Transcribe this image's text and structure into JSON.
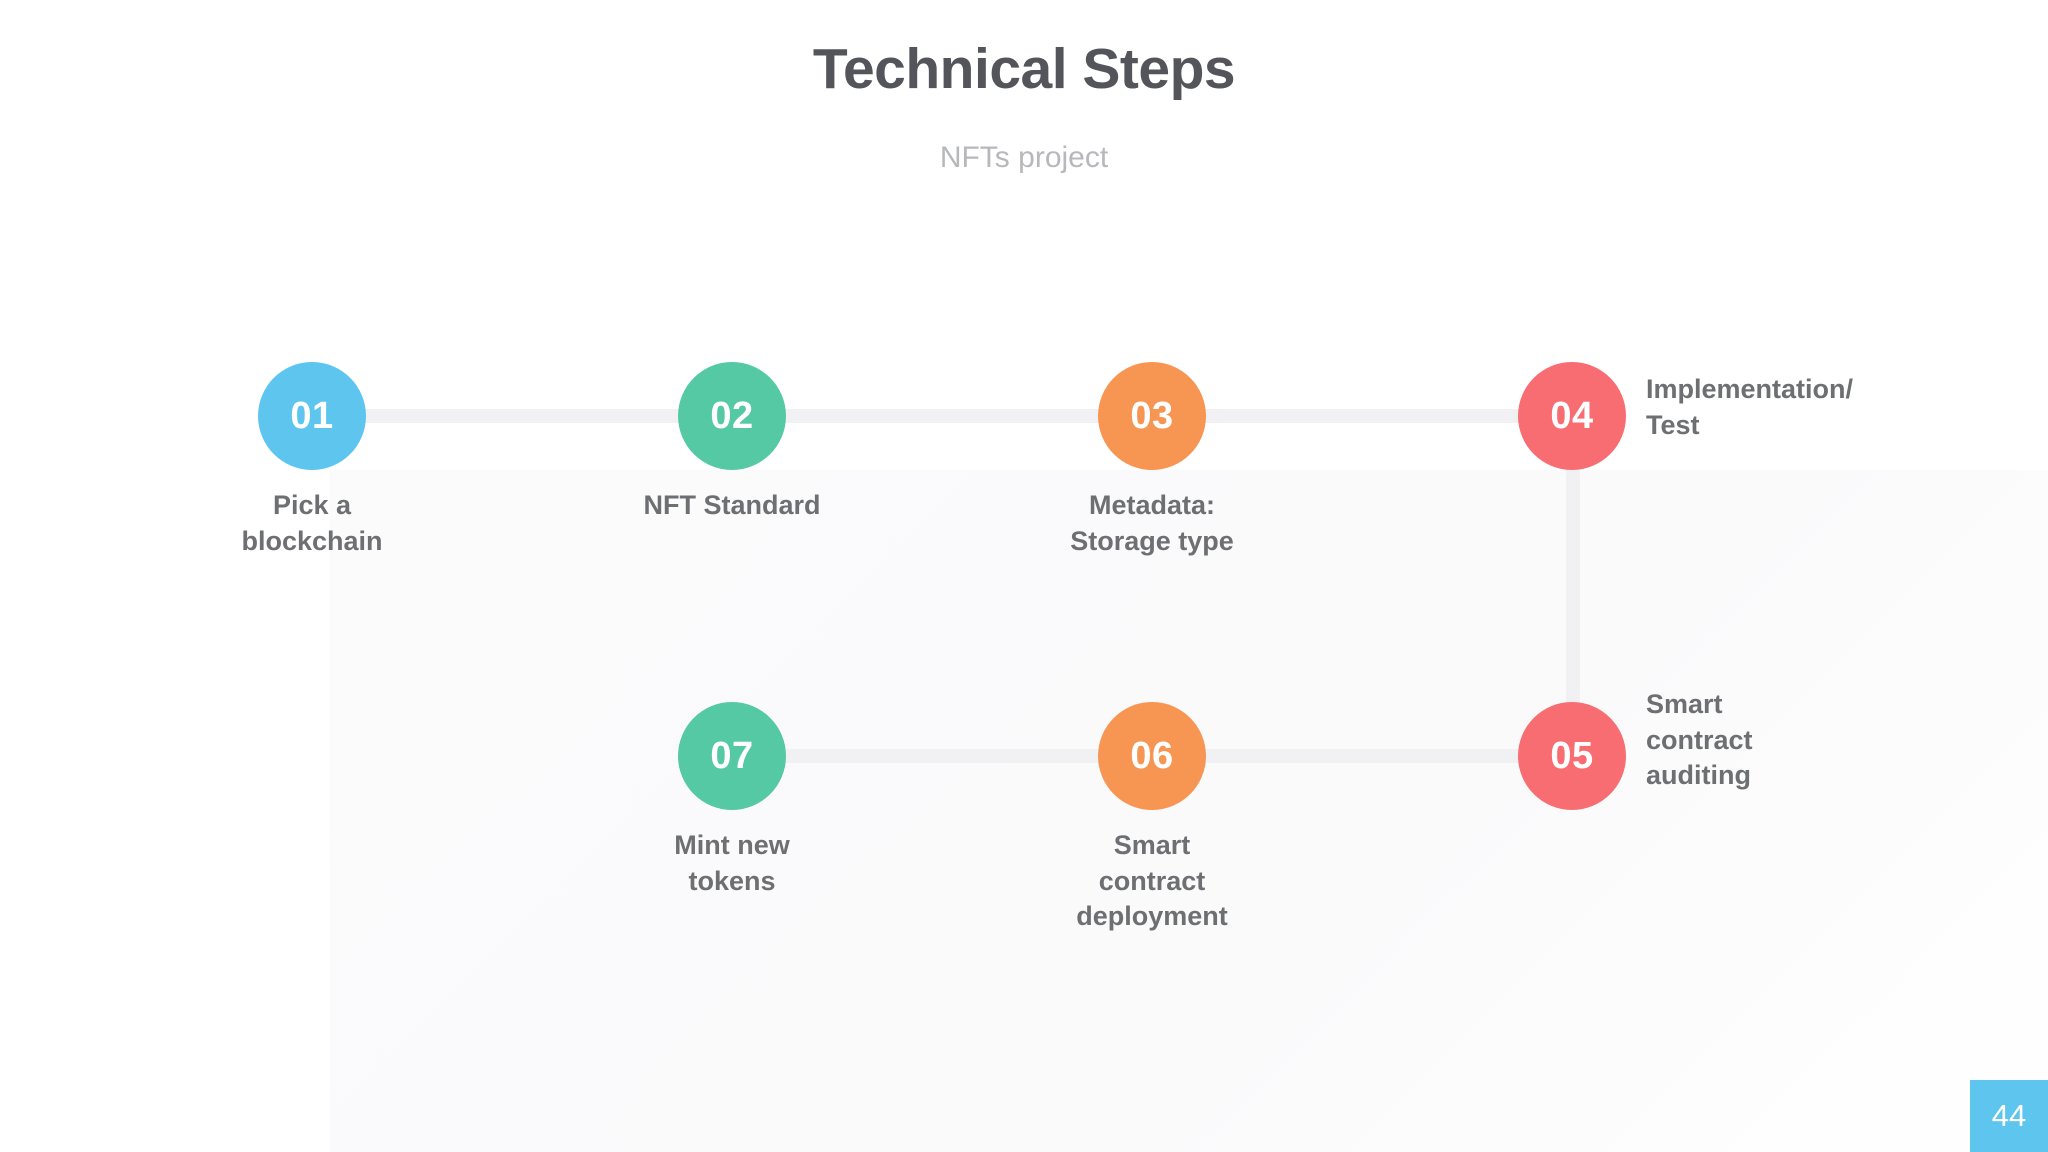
{
  "header": {
    "title": "Technical Steps",
    "subtitle": "NFTs project"
  },
  "colors": {
    "blue": "#5ec5ee",
    "green": "#55c9a4",
    "orange": "#f79553",
    "red": "#f86d72",
    "connector": "#f1f1f3",
    "title_text": "#54555a",
    "subtitle_text": "#b7b8bb",
    "label_text": "#6e6f73",
    "background": "#ffffff"
  },
  "chart_data": {
    "type": "diagram",
    "title": "Technical Steps",
    "subtitle": "NFTs project",
    "layout": "snake-timeline-2-rows",
    "steps": [
      {
        "number": "01",
        "label": "Pick a\nblockchain",
        "color": "#5ec5ee",
        "row": 1,
        "column": 1,
        "label_position": "below"
      },
      {
        "number": "02",
        "label": "NFT Standard",
        "color": "#55c9a4",
        "row": 1,
        "column": 2,
        "label_position": "below"
      },
      {
        "number": "03",
        "label": "Metadata:\nStorage type",
        "color": "#f79553",
        "row": 1,
        "column": 3,
        "label_position": "below"
      },
      {
        "number": "04",
        "label": "Implementation/\nTest",
        "color": "#f86d72",
        "row": 1,
        "column": 4,
        "label_position": "right"
      },
      {
        "number": "05",
        "label": "Smart\ncontract\nauditing",
        "color": "#f86d72",
        "row": 2,
        "column": 4,
        "label_position": "right"
      },
      {
        "number": "06",
        "label": "Smart\ncontract\ndeployment",
        "color": "#f79553",
        "row": 2,
        "column": 3,
        "label_position": "below"
      },
      {
        "number": "07",
        "label": "Mint new\ntokens",
        "color": "#55c9a4",
        "row": 2,
        "column": 2,
        "label_position": "below"
      }
    ],
    "connectors": [
      {
        "from": "01",
        "to": "02",
        "orientation": "horizontal"
      },
      {
        "from": "02",
        "to": "03",
        "orientation": "horizontal"
      },
      {
        "from": "03",
        "to": "04",
        "orientation": "horizontal"
      },
      {
        "from": "04",
        "to": "05",
        "orientation": "vertical"
      },
      {
        "from": "05",
        "to": "06",
        "orientation": "horizontal"
      },
      {
        "from": "06",
        "to": "07",
        "orientation": "horizontal"
      }
    ]
  },
  "footer": {
    "page_number": "44"
  }
}
